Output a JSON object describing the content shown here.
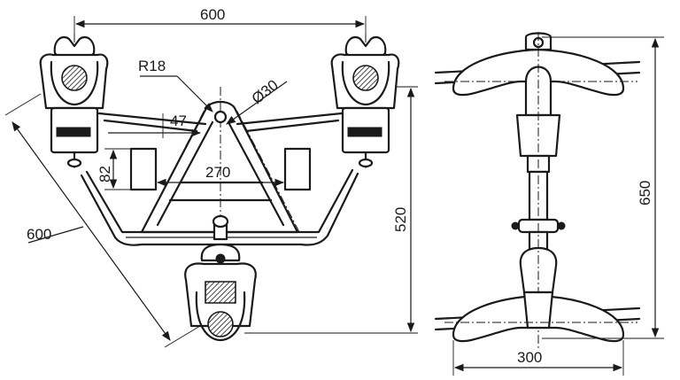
{
  "dimensions": {
    "front_top_width": "600",
    "radius": "R18",
    "diameter": "Ø30",
    "gap_47": "47",
    "height_82": "82",
    "inner_width": "270",
    "diagonal_length": "600",
    "front_height": "520",
    "side_height": "650",
    "side_base_width": "300"
  }
}
